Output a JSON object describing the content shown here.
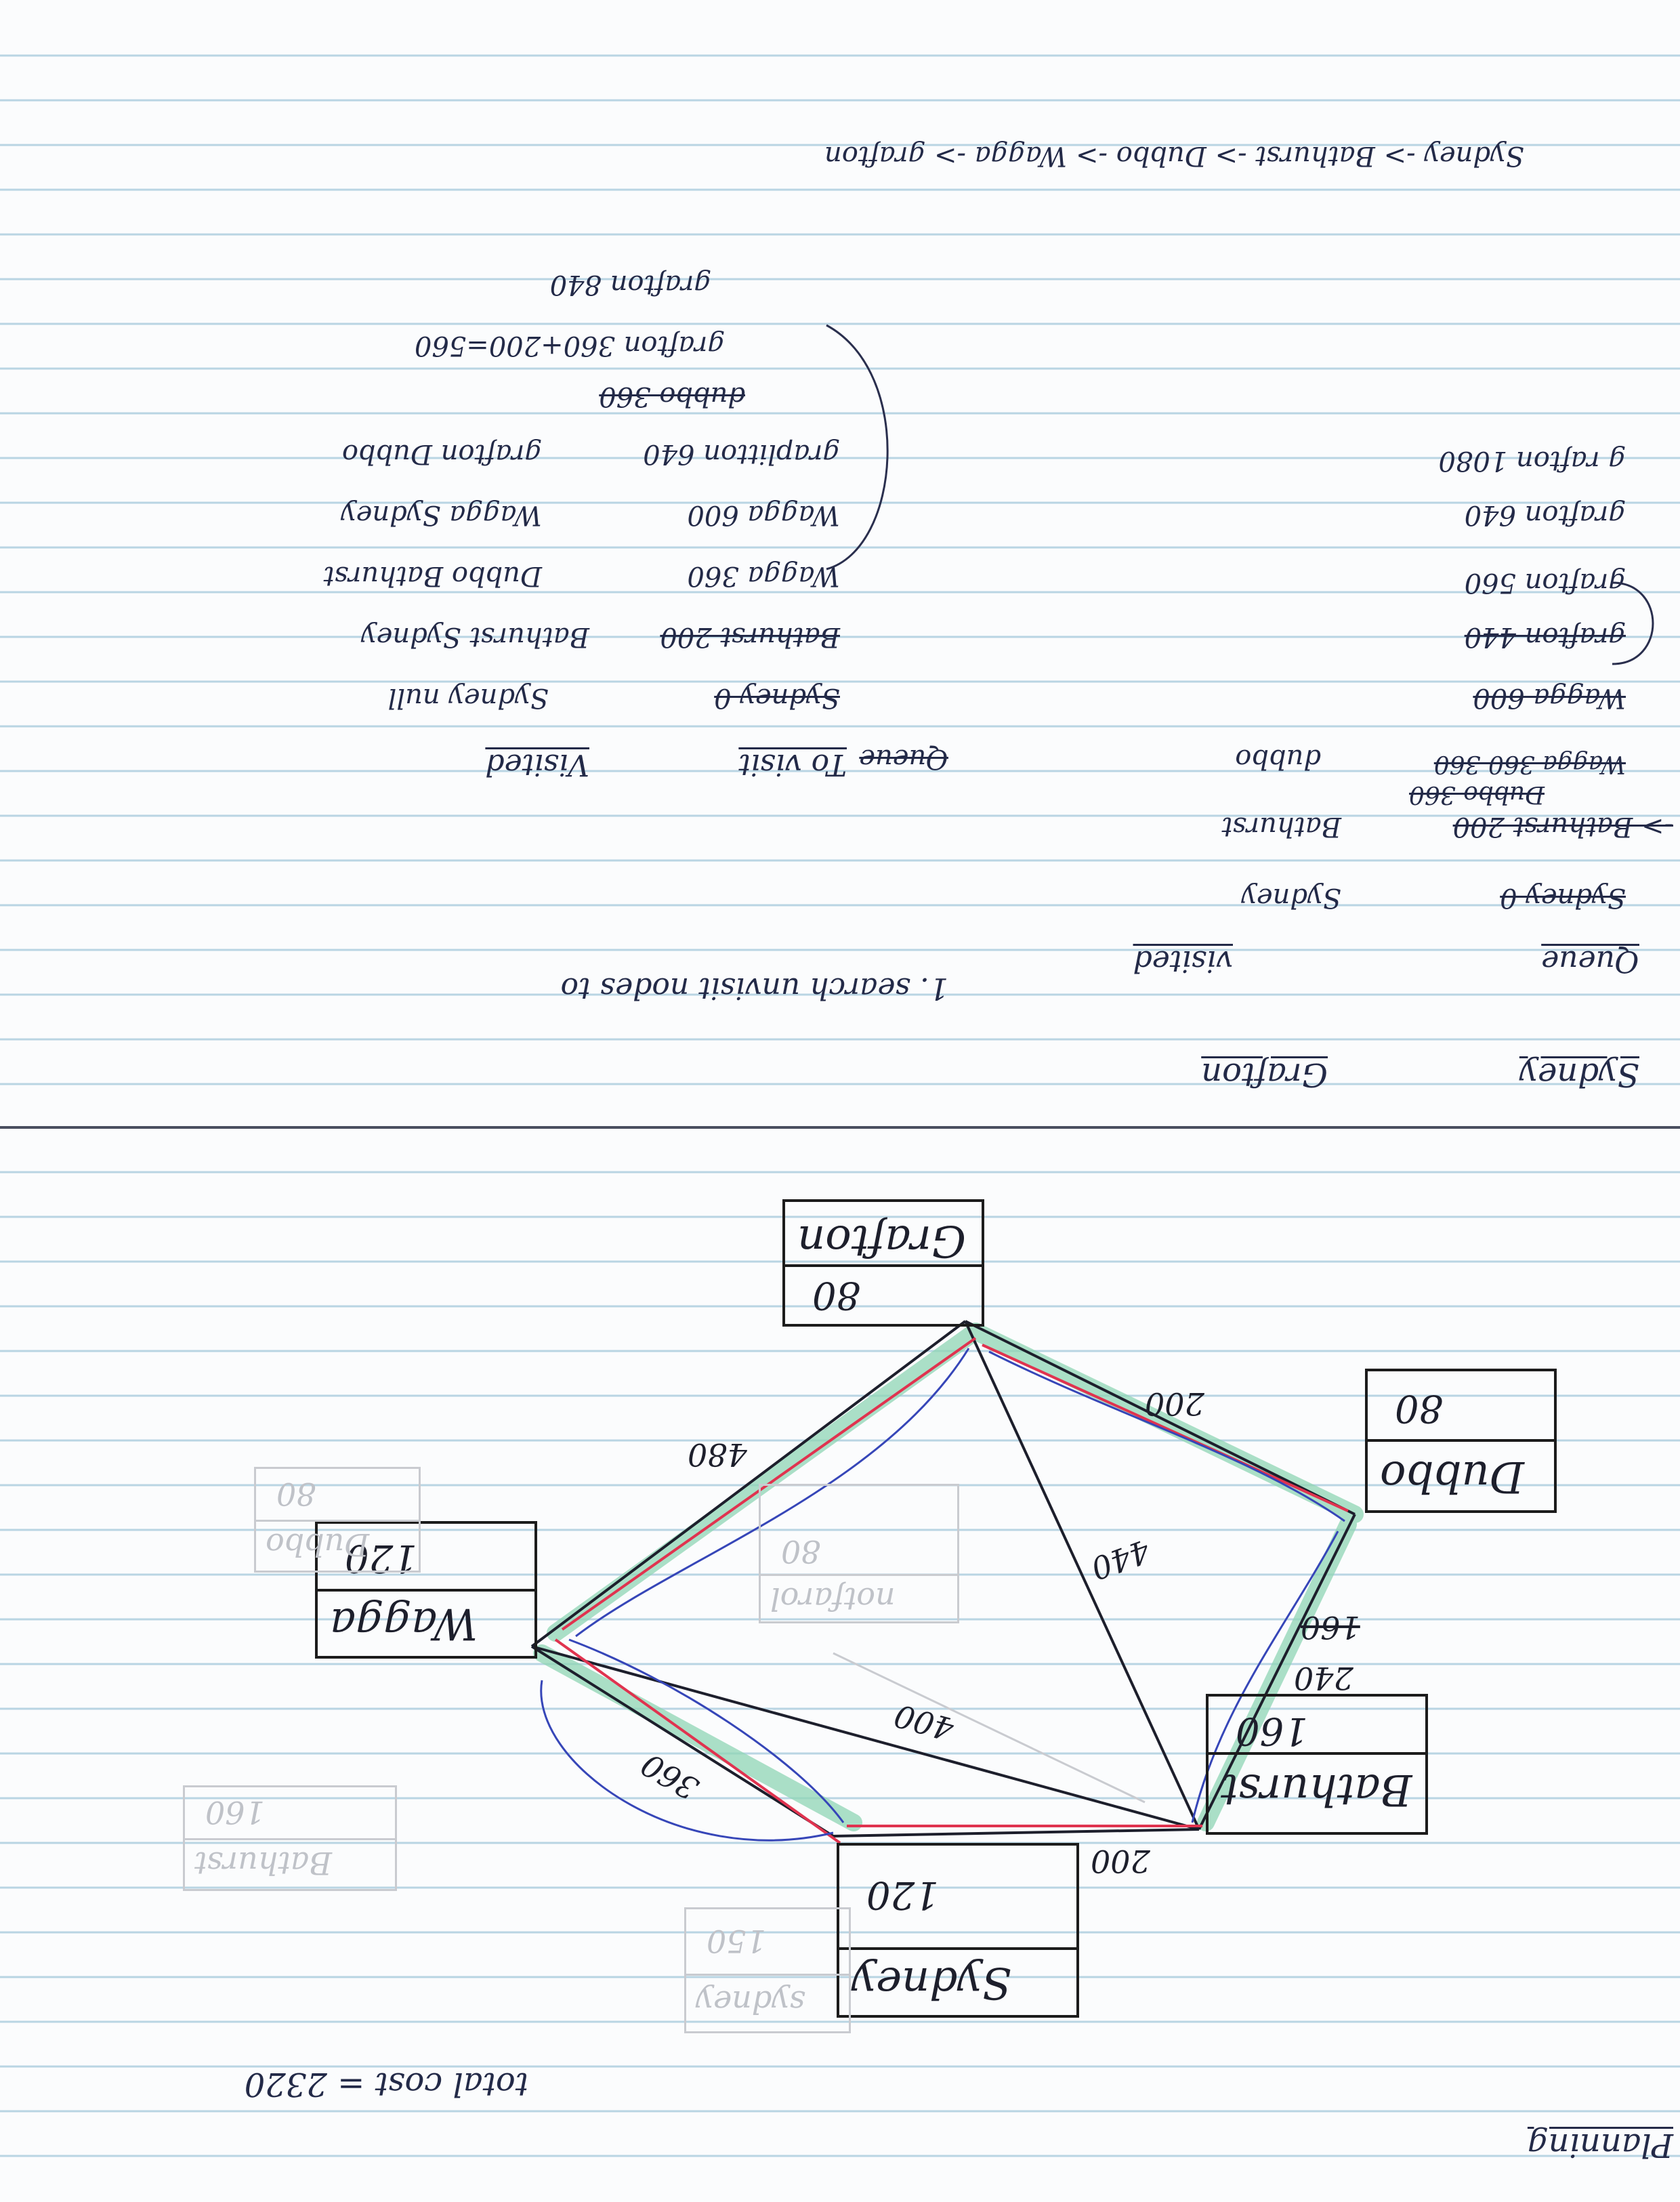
{
  "heading": {
    "left_node": "Sydney",
    "right_node": "Grafton"
  },
  "step": {
    "text": "1. search unvisit nodes to"
  },
  "table_left": {
    "queue_header": "Queue",
    "visited_header": "visited",
    "queue_entries": [
      {
        "text": "Sydney 0",
        "crossed": true
      },
      {
        "text": "-> Bathurst 200",
        "crossed": true
      },
      {
        "text": "Dubbo 360",
        "crossed": true
      },
      {
        "text": "Wagga 360 360",
        "crossed": true
      },
      {
        "text": "Wagga 600",
        "crossed": true
      },
      {
        "text": "grafton 440",
        "crossed": true
      },
      {
        "text": "grafton 560",
        "crossed": false
      },
      {
        "text": "grafton 640",
        "crossed": false
      },
      {
        "text": "g rafton 1080",
        "crossed": false
      }
    ],
    "visited_entries": [
      "Sydney",
      "Bathurst",
      "dubbo"
    ]
  },
  "table_right": {
    "col_queue": "Queue",
    "col_tovisit": "To visit",
    "col_visited": "Visited",
    "rows": [
      {
        "left": "Sydney 0",
        "left_crossed": true,
        "right": "Sydney null"
      },
      {
        "left": "Bathurst 200",
        "left_crossed": true,
        "right": "Bathurst Sydney"
      },
      {
        "left": "Wagga 360",
        "left_crossed": false,
        "right": "Dubbo Bathurst"
      },
      {
        "left": "Wagga 600",
        "left_crossed": false,
        "right": "Wagga Sydney"
      },
      {
        "left": "graplitton 640",
        "left_crossed": false,
        "right": "grafton Dubbo"
      },
      {
        "left": "dubbo 360",
        "left_crossed": true,
        "right": ""
      },
      {
        "left": "grafton 360+200=560",
        "left_crossed": false,
        "right": ""
      },
      {
        "left": "grafton 840",
        "left_crossed": false,
        "right": ""
      }
    ]
  },
  "path": {
    "text": "Sydney -> Bathurst -> Dubbo -> Wagga -> grafton"
  },
  "graph": {
    "nodes": [
      {
        "id": "grafton",
        "name": "Grafton",
        "value": "80"
      },
      {
        "id": "dubbo",
        "name": "Dubbo",
        "value": "80"
      },
      {
        "id": "wagga",
        "name": "Wagga",
        "value": "120"
      },
      {
        "id": "bathurst",
        "name": "Bathurst",
        "value": "160"
      },
      {
        "id": "sydney",
        "name": "Sydney",
        "value": "120"
      }
    ],
    "ghost_nodes": [
      {
        "name": "notfarol",
        "value": "80"
      },
      {
        "name": "Dubbo",
        "value": "80"
      },
      {
        "name": "Bathurst",
        "value": "160"
      },
      {
        "name": "sydney",
        "value": "150"
      }
    ],
    "edges": [
      {
        "from": "wagga",
        "to": "grafton",
        "label": "480"
      },
      {
        "from": "grafton",
        "to": "dubbo",
        "label": "200"
      },
      {
        "from": "grafton",
        "to": "bathurst",
        "label": "440"
      },
      {
        "from": "wagga",
        "to": "bathurst",
        "label": "400"
      },
      {
        "from": "wagga",
        "to": "sydney",
        "label": "360"
      },
      {
        "from": "sydney",
        "to": "bathurst",
        "label": "200"
      },
      {
        "from": "bathurst",
        "to": "dubbo",
        "label": "240"
      },
      {
        "from": "bathurst",
        "to": "dubbo",
        "label": "160"
      }
    ],
    "colors": {
      "ink": "#1d1f2c",
      "red_path": "#e0334f",
      "blue_path": "#3646b8",
      "green_highlight": "#8fd6b4"
    }
  },
  "footer": {
    "total_cost": "total cost = 2320",
    "planning": "Planning"
  }
}
